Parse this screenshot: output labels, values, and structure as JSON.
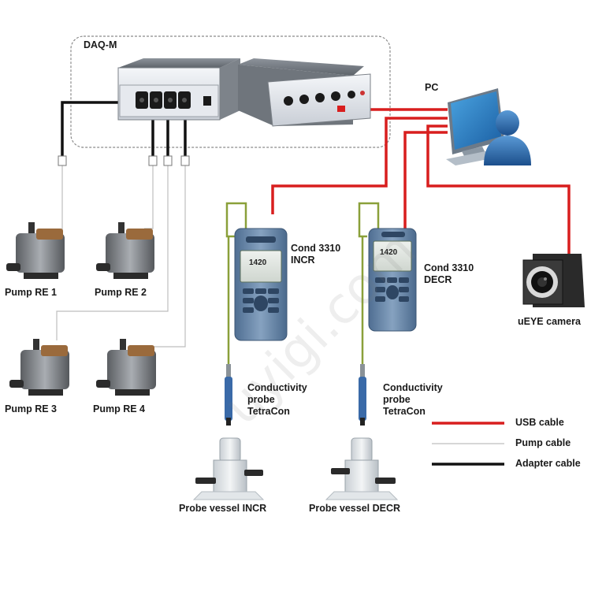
{
  "daq": {
    "label": "DAQ-M"
  },
  "pc": {
    "label": "PC"
  },
  "pumps": [
    {
      "label": "Pump RE 1"
    },
    {
      "label": "Pump RE 2"
    },
    {
      "label": "Pump RE 3"
    },
    {
      "label": "Pump RE 4"
    }
  ],
  "meters": [
    {
      "line1": "Cond 3310",
      "line2": "INCR",
      "display": "1420"
    },
    {
      "line1": "Cond 3310",
      "line2": "DECR",
      "display": "1420"
    }
  ],
  "probes": [
    {
      "line1": "Conductivity",
      "line2": "probe",
      "line3": "TetraCon"
    },
    {
      "line1": "Conductivity",
      "line2": "probe",
      "line3": "TetraCon"
    }
  ],
  "vessels": [
    {
      "label": "Probe vessel INCR"
    },
    {
      "label": "Probe vessel DECR"
    }
  ],
  "camera": {
    "label": "uEYE camera"
  },
  "legend": [
    {
      "label": "USB cable",
      "color": "#d81e1e"
    },
    {
      "label": "Pump cable",
      "color": "#c8c8c8"
    },
    {
      "label": "Adapter cable",
      "color": "#111111"
    }
  ],
  "watermark": "uyigi.com",
  "colors": {
    "usb": "#d81e1e",
    "pump": "#bdbdbd",
    "adapter": "#111111",
    "probe_cable": "#8aa03a"
  }
}
